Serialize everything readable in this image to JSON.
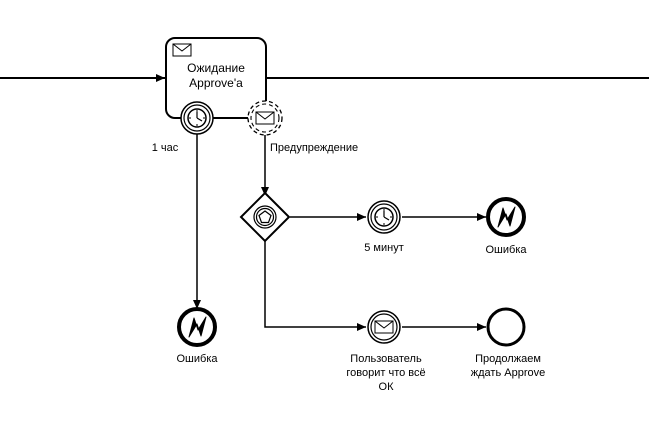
{
  "task": {
    "line1": "Ожидание",
    "line2": "Approve'а"
  },
  "boundary": {
    "timer_label": "1 час",
    "message_label": "Предупреждение"
  },
  "branch_top": {
    "timer_label": "5 минут",
    "end_label": "Ошибка"
  },
  "branch_bottom": {
    "message_label_lines": [
      "Пользователь",
      "говорит что всё",
      "ОК"
    ],
    "end_label_lines": [
      "Продолжаем",
      "ждать Approve"
    ]
  },
  "timeout_end": {
    "label": "Ошибка"
  }
}
